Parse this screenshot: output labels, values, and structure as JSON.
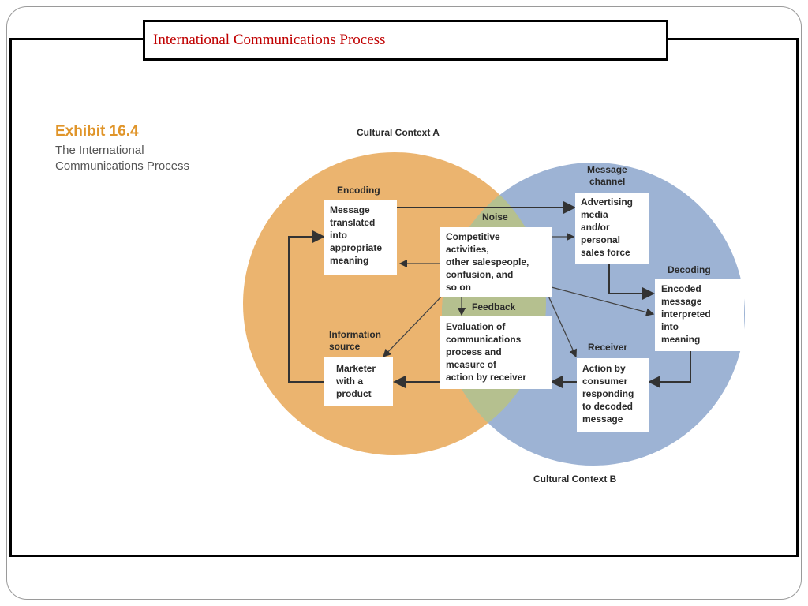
{
  "slide": {
    "title": "International Communications Process"
  },
  "exhibit": {
    "title": "Exhibit 16.4",
    "subtitle_lines": [
      "The International",
      "Communications Process"
    ]
  },
  "colors": {
    "context_a": "#ebb46f",
    "context_b": "#9db3d4",
    "overlap": "#b5c08f",
    "title_red": "#c00000",
    "exhibit_orange": "#e0952a"
  },
  "diagram": {
    "context_a": "Cultural Context A",
    "context_b": "Cultural Context B",
    "encoding": {
      "heading": "Encoding",
      "lines": [
        "Message",
        "translated",
        "into",
        "appropriate",
        "meaning"
      ]
    },
    "message_channel": {
      "heading_lines": [
        "Message",
        "channel"
      ],
      "lines": [
        "Advertising",
        "media",
        "and/or",
        "personal",
        "sales force"
      ]
    },
    "noise": {
      "heading": "Noise",
      "lines": [
        "Competitive",
        "activities,",
        "other salespeople,",
        "confusion, and",
        "so on"
      ]
    },
    "decoding": {
      "heading": "Decoding",
      "lines": [
        "Encoded",
        "message",
        "interpreted",
        "into",
        "meaning"
      ]
    },
    "feedback": {
      "heading": "Feedback",
      "lines": [
        "Evaluation of",
        "communications",
        "process and",
        "measure of",
        "action by receiver"
      ]
    },
    "information_source": {
      "heading_lines": [
        "Information",
        "source"
      ],
      "lines": [
        "Marketer",
        "with a",
        "product"
      ]
    },
    "receiver": {
      "heading": "Receiver",
      "lines": [
        "Action by",
        "consumer",
        "responding",
        "to decoded",
        "message"
      ]
    }
  }
}
